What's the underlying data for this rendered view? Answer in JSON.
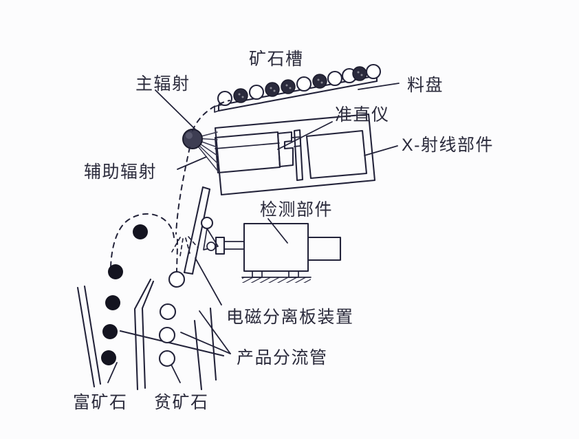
{
  "diagram": {
    "title_text": "X-ray ore sorting machine schematic",
    "colors": {
      "ink": "#23233a",
      "text": "#2b2b3c",
      "background": "#fcfcfd",
      "particle_rich": "#2a2a3c",
      "particle_lean": "#ffffff"
    },
    "labels": {
      "ore_chute": "矿石槽",
      "main_radiation": "主辐射",
      "auxiliary_radiation": "辅助辐射",
      "feed_tray": "料盘",
      "collimator": "准直仪",
      "xray_component": "X-射线部件",
      "detection_component": "检测部件",
      "electromagnetic_separator_plate": "电磁分离板装置",
      "product_splitter_pipe": "产品分流管",
      "rich_ore": "富矿石",
      "lean_ore": "贫矿石"
    },
    "chute_particles": [
      "open",
      "filled",
      "open",
      "filled",
      "filled",
      "open",
      "filled",
      "open",
      "open",
      "filled",
      "open"
    ],
    "rich_ore_particles_count": 5,
    "lean_ore_particles_count": 4
  }
}
